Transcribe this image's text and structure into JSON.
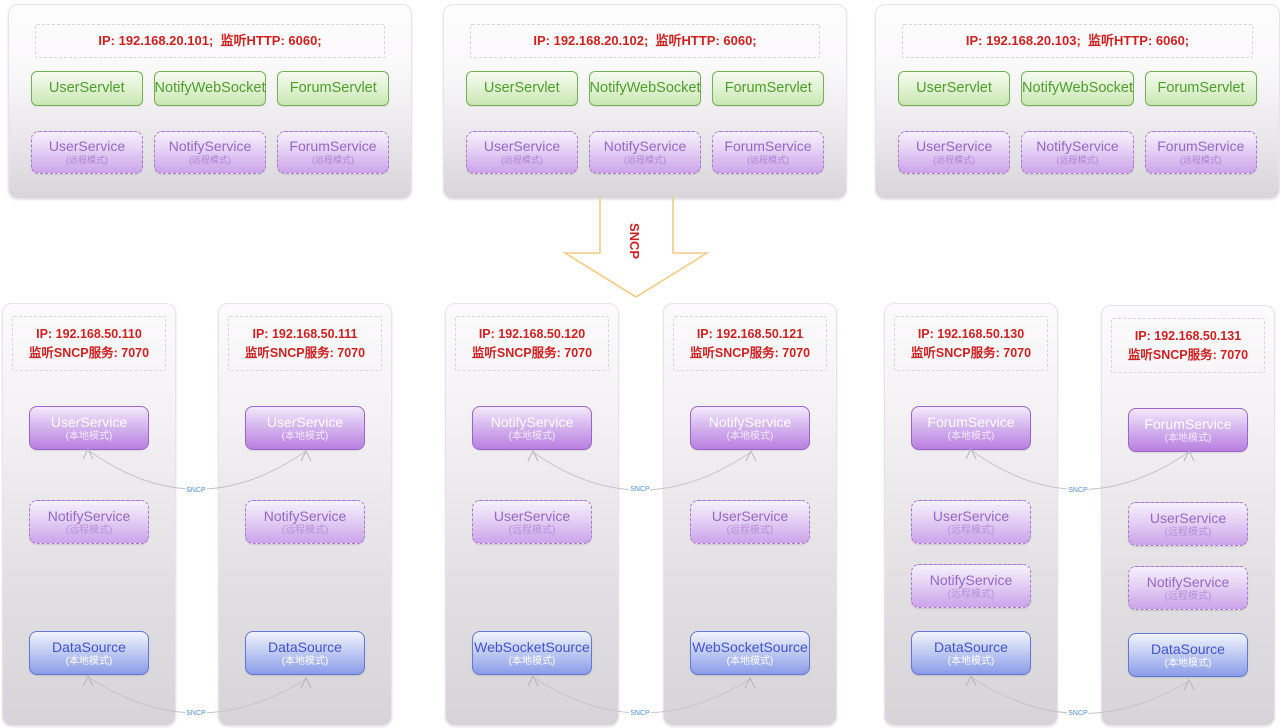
{
  "arrow": {
    "label": "SNCP"
  },
  "connector_label": "SNCP",
  "colors": {
    "red_text": "#cc2222",
    "green_border": "#74b156",
    "green_text": "#4f9d2d",
    "purple_solid_border": "#9c64cc",
    "purple_dashed_border": "#a778d2",
    "purple_text": "#9468c2",
    "blue_border": "#6377d6",
    "blue_text": "#4254c8",
    "arrow_stroke": "#f0cc86",
    "connector_stroke": "#c4c3ca",
    "connector_label_color": "#4a90d9"
  },
  "top_servers": [
    {
      "header": "IP: 192.168.20.101;  监听HTTP: 6060;",
      "servlets": [
        "UserServlet",
        "NotifyWebSocket",
        "ForumServlet"
      ],
      "services": [
        {
          "name": "UserService",
          "mode": "(远程模式)"
        },
        {
          "name": "NotifyService",
          "mode": "(远程模式)"
        },
        {
          "name": "ForumService",
          "mode": "(远程模式)"
        }
      ]
    },
    {
      "header": "IP: 192.168.20.102;  监听HTTP: 6060;",
      "servlets": [
        "UserServlet",
        "NotifyWebSocket",
        "ForumServlet"
      ],
      "services": [
        {
          "name": "UserService",
          "mode": "(远程模式)"
        },
        {
          "name": "NotifyService",
          "mode": "(远程模式)"
        },
        {
          "name": "ForumService",
          "mode": "(远程模式)"
        }
      ]
    },
    {
      "header": "IP: 192.168.20.103;  监听HTTP: 6060;",
      "servlets": [
        "UserServlet",
        "NotifyWebSocket",
        "ForumServlet"
      ],
      "services": [
        {
          "name": "UserService",
          "mode": "(远程模式)"
        },
        {
          "name": "NotifyService",
          "mode": "(远程模式)"
        },
        {
          "name": "ForumService",
          "mode": "(远程模式)"
        }
      ]
    }
  ],
  "bottom_servers": [
    {
      "ip": "IP: 192.168.50.110",
      "listen": "监听SNCP服务: 7070",
      "services": [
        {
          "name": "UserService",
          "mode": "(本地模式)",
          "style": "solid-purple"
        },
        {
          "name": "NotifyService",
          "mode": "(远程模式)",
          "style": "dashed-purple"
        },
        {
          "name": "DataSource",
          "mode": "(本地模式)",
          "style": "solid-blue"
        }
      ]
    },
    {
      "ip": "IP: 192.168.50.111",
      "listen": "监听SNCP服务: 7070",
      "services": [
        {
          "name": "UserService",
          "mode": "(本地模式)",
          "style": "solid-purple"
        },
        {
          "name": "NotifyService",
          "mode": "(远程模式)",
          "style": "dashed-purple"
        },
        {
          "name": "DataSource",
          "mode": "(本地模式)",
          "style": "solid-blue"
        }
      ]
    },
    {
      "ip": "IP: 192.168.50.120",
      "listen": "监听SNCP服务: 7070",
      "services": [
        {
          "name": "NotifyService",
          "mode": "(本地模式)",
          "style": "solid-purple"
        },
        {
          "name": "UserService",
          "mode": "(远程模式)",
          "style": "dashed-purple"
        },
        {
          "name": "WebSocketSource",
          "mode": "(本地模式)",
          "style": "solid-blue"
        }
      ]
    },
    {
      "ip": "IP: 192.168.50.121",
      "listen": "监听SNCP服务: 7070",
      "services": [
        {
          "name": "NotifyService",
          "mode": "(本地模式)",
          "style": "solid-purple"
        },
        {
          "name": "UserService",
          "mode": "(远程模式)",
          "style": "dashed-purple"
        },
        {
          "name": "WebSocketSource",
          "mode": "(本地模式)",
          "style": "solid-blue"
        }
      ]
    },
    {
      "ip": "IP: 192.168.50.130",
      "listen": "监听SNCP服务: 7070",
      "services": [
        {
          "name": "ForumService",
          "mode": "(本地模式)",
          "style": "solid-purple"
        },
        {
          "name": "UserService",
          "mode": "(远程模式)",
          "style": "dashed-purple"
        },
        {
          "name": "NotifyService",
          "mode": "(远程模式)",
          "style": "dashed-purple"
        },
        {
          "name": "DataSource",
          "mode": "(本地模式)",
          "style": "solid-blue"
        }
      ]
    },
    {
      "ip": "IP: 192.168.50.131",
      "listen": "监听SNCP服务: 7070",
      "services": [
        {
          "name": "ForumService",
          "mode": "(本地模式)",
          "style": "solid-purple"
        },
        {
          "name": "UserService",
          "mode": "(远程模式)",
          "style": "dashed-purple"
        },
        {
          "name": "NotifyService",
          "mode": "(远程模式)",
          "style": "dashed-purple"
        },
        {
          "name": "DataSource",
          "mode": "(本地模式)",
          "style": "solid-blue"
        }
      ]
    }
  ]
}
